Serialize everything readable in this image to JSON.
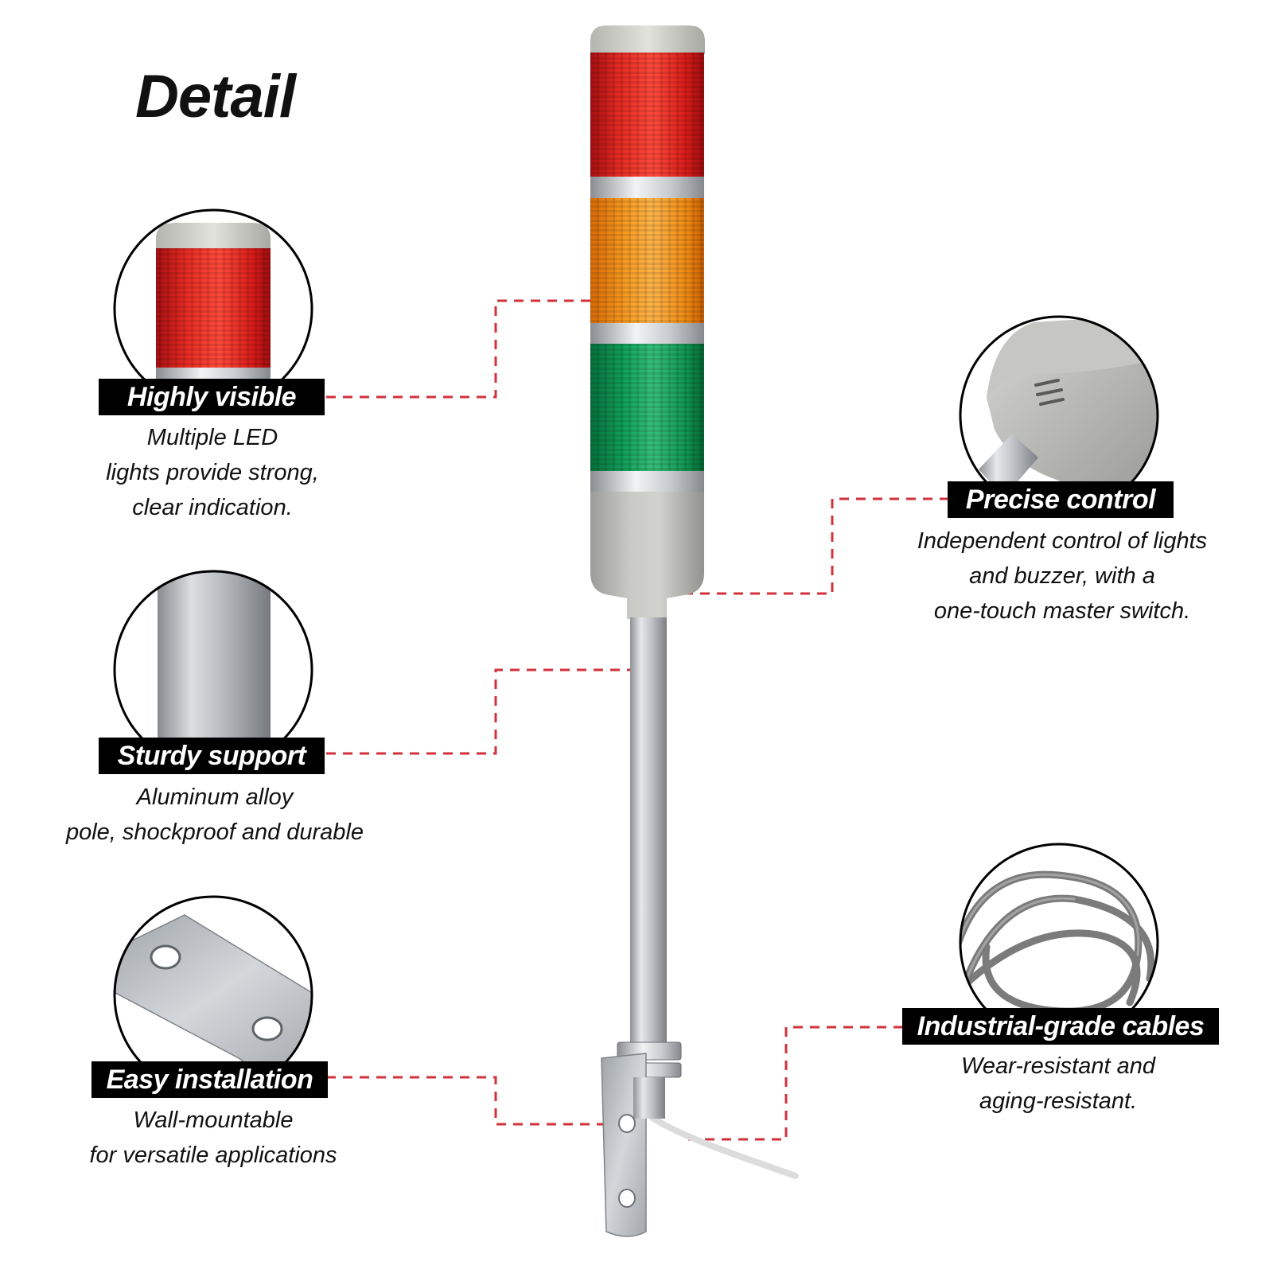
{
  "title": "Detail",
  "colors": {
    "accent_dashes": "#d2323c",
    "label_bg": "#000000",
    "red_light": "#e01b1b",
    "amber_light": "#f08a12",
    "green_light": "#129a55",
    "housing_gray": "#b8b8b4"
  },
  "features": {
    "visible": {
      "title": "Highly visible",
      "lines": [
        "Multiple LED",
        "lights provide strong,",
        "clear indication."
      ],
      "icon": "red-light-closeup"
    },
    "support": {
      "title": "Sturdy support",
      "lines": [
        "Aluminum alloy",
        "pole, shockproof and durable"
      ],
      "icon": "aluminum-pole-closeup"
    },
    "install": {
      "title": "Easy installation",
      "lines": [
        "Wall-mountable",
        "for versatile applications"
      ],
      "icon": "mounting-bracket-closeup"
    },
    "control": {
      "title": "Precise control",
      "lines": [
        "Independent control of lights",
        "and buzzer, with a",
        "one-touch master switch."
      ],
      "icon": "buzzer-base-closeup"
    },
    "cables": {
      "title": "Industrial-grade cables",
      "lines": [
        "Wear-resistant and",
        "aging-resistant."
      ],
      "icon": "cable-coil-closeup"
    }
  }
}
